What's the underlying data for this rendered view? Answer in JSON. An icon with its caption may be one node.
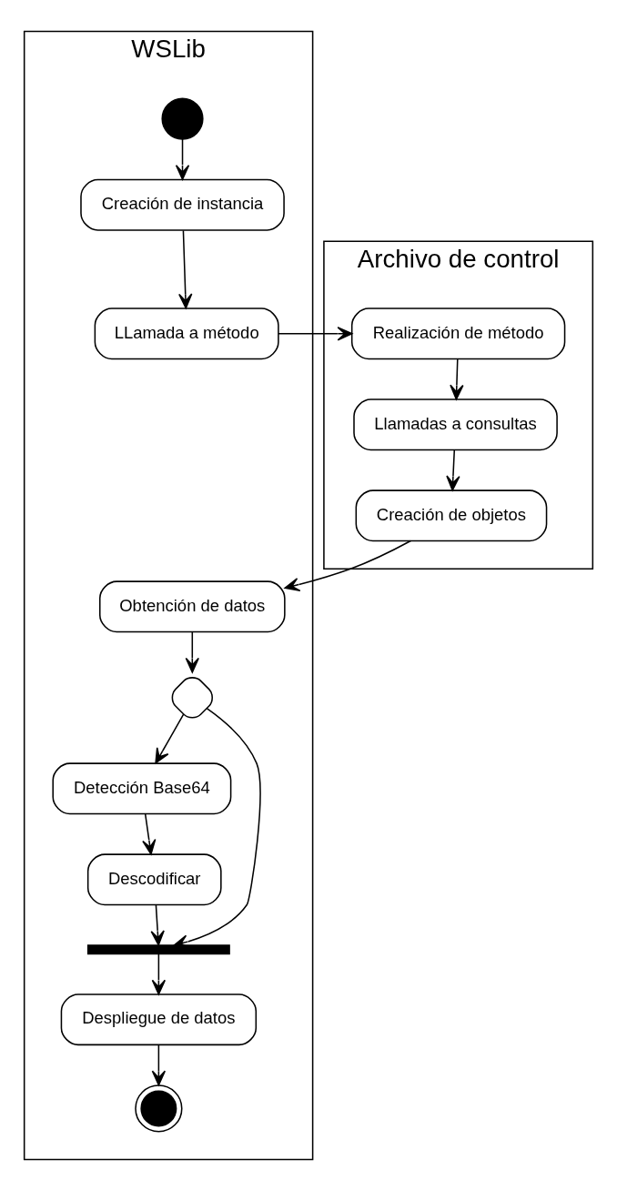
{
  "diagram": {
    "nodes": [
      {
        "text": [
          "WSLib"
        ]
      },
      {
        "text": [
          "Archivo de control"
        ]
      },
      {
        "text": [],
        "shape": "circle",
        "in": 0
      },
      {
        "text": [
          "Creación de instancia"
        ],
        "in": 0
      },
      {
        "text": [
          "LLamada a método"
        ],
        "in": 0
      },
      {
        "text": [
          "Realización de método"
        ],
        "in": 1
      },
      {
        "text": [
          "Llamadas a consultas"
        ],
        "in": 1
      },
      {
        "text": [
          "Creación de objetos"
        ],
        "in": 1
      },
      {
        "text": [
          "Obtención de datos"
        ],
        "in": 0
      },
      {
        "text": [],
        "shape": "diamond",
        "in": 0
      },
      {
        "text": [
          "Detección Base64"
        ],
        "in": 0
      },
      {
        "text": [
          "Descodificar"
        ],
        "in": 0
      },
      {
        "text": [],
        "shape": "bar",
        "in": 0
      },
      {
        "text": [
          "Despliegue de datos"
        ],
        "in": 0
      },
      {
        "text": [],
        "shape": "circle",
        "in": 0
      }
    ],
    "edges": [
      {
        "from": 2,
        "to": 3,
        "arrow": "to"
      },
      {
        "from": 3,
        "to": 4,
        "arrow": "to"
      },
      {
        "from": 4,
        "to": 5,
        "arrow": "to"
      },
      {
        "from": 5,
        "to": 6,
        "arrow": "to"
      },
      {
        "from": 6,
        "to": 7,
        "arrow": "to"
      },
      {
        "from": 7,
        "to": 8,
        "arrow": "to"
      },
      {
        "from": 8,
        "to": 9,
        "arrow": "to"
      },
      {
        "from": 9,
        "to": 10,
        "arrow": "to"
      },
      {
        "from": 10,
        "to": 11,
        "arrow": "to"
      },
      {
        "from": 11,
        "to": 12,
        "arrow": "to"
      },
      {
        "from": 9,
        "to": 12,
        "arrow": "to"
      },
      {
        "from": 12,
        "to": 13,
        "arrow": "to"
      },
      {
        "from": 13,
        "to": 14,
        "arrow": "to"
      }
    ]
  }
}
